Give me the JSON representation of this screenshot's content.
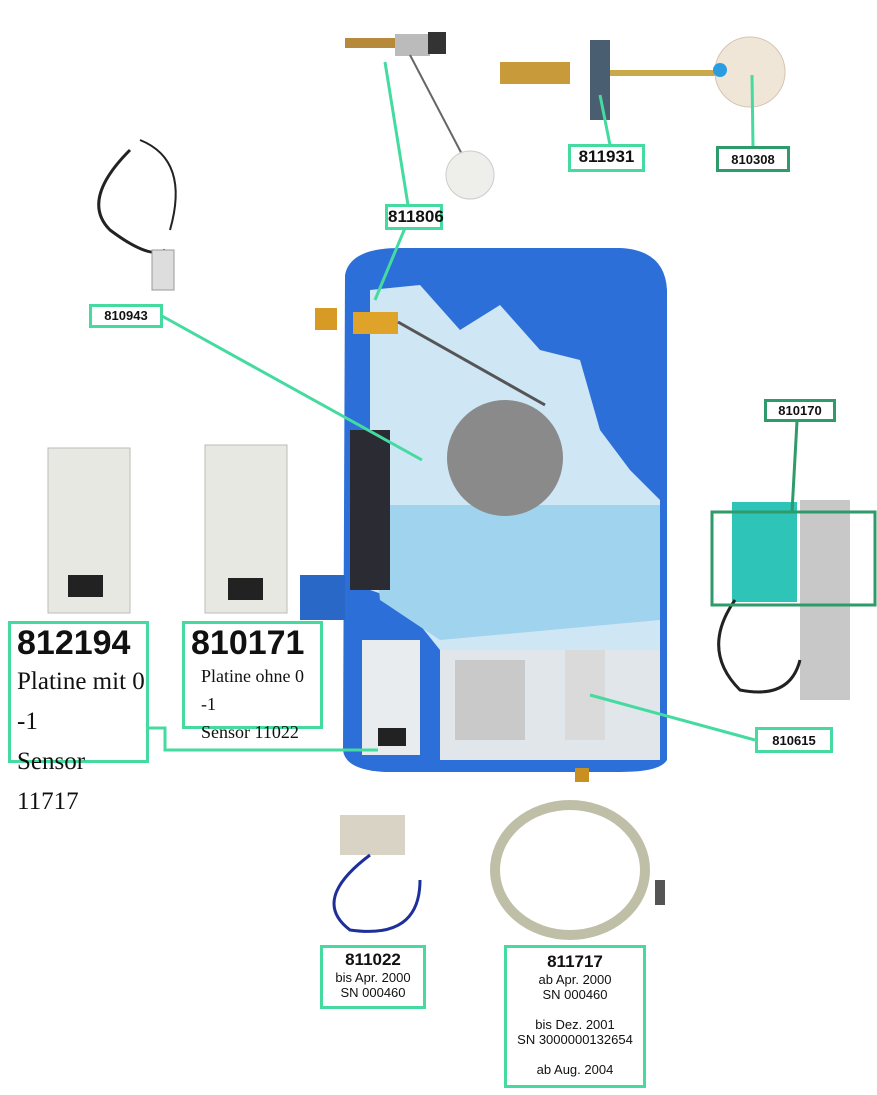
{
  "labels": {
    "p811806": "811806",
    "p811931": "811931",
    "p810308": "810308",
    "p810943": "810943",
    "p810170": "810170",
    "p810615": "810615",
    "p812194": {
      "number": "812194",
      "line1": "Platine mit 0 -1",
      "line2": "Sensor 11717"
    },
    "p810171": {
      "number": "810171",
      "line1": "Platine ohne 0 -1",
      "line2": "Sensor 11022"
    },
    "p811022": {
      "number": "811022",
      "line1": "bis Apr. 2000",
      "line2": "SN 000460"
    },
    "p811717": {
      "number": "811717",
      "line1": "ab Apr. 2000",
      "line2": "SN 000460",
      "line3": "bis Dez. 2001",
      "line4": "SN 3000000132654",
      "line5": "ab Aug. 2004"
    }
  },
  "colors": {
    "callout": "#45dba0",
    "callout_dark": "#2f9a6a",
    "tank": "#2a6fd6"
  }
}
